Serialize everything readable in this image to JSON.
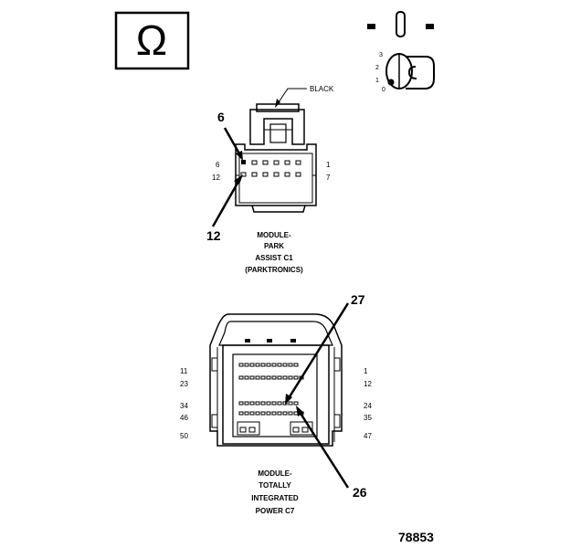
{
  "ohm_symbol": "Ω",
  "ignition": {
    "positions": [
      "3",
      "2",
      "1",
      "0"
    ]
  },
  "connector_c1": {
    "color_label": "BLACK",
    "callouts": {
      "top": "6",
      "bottom": "12"
    },
    "row_numbers": {
      "left_top": "6",
      "left_bottom": "12",
      "right_top": "1",
      "right_bottom": "7"
    },
    "caption": [
      "MODULE-",
      "PARK",
      "ASSIST C1",
      "(PARKTRONICS)"
    ]
  },
  "connector_c7": {
    "callouts": {
      "top": "27",
      "bottom": "26"
    },
    "left_numbers": [
      "11",
      "23",
      "34",
      "46",
      "50"
    ],
    "right_numbers": [
      "1",
      "12",
      "24",
      "35",
      "47"
    ],
    "caption": [
      "MODULE-",
      "TOTALLY",
      "INTEGRATED",
      "POWER C7"
    ]
  },
  "figure_number": "78853"
}
